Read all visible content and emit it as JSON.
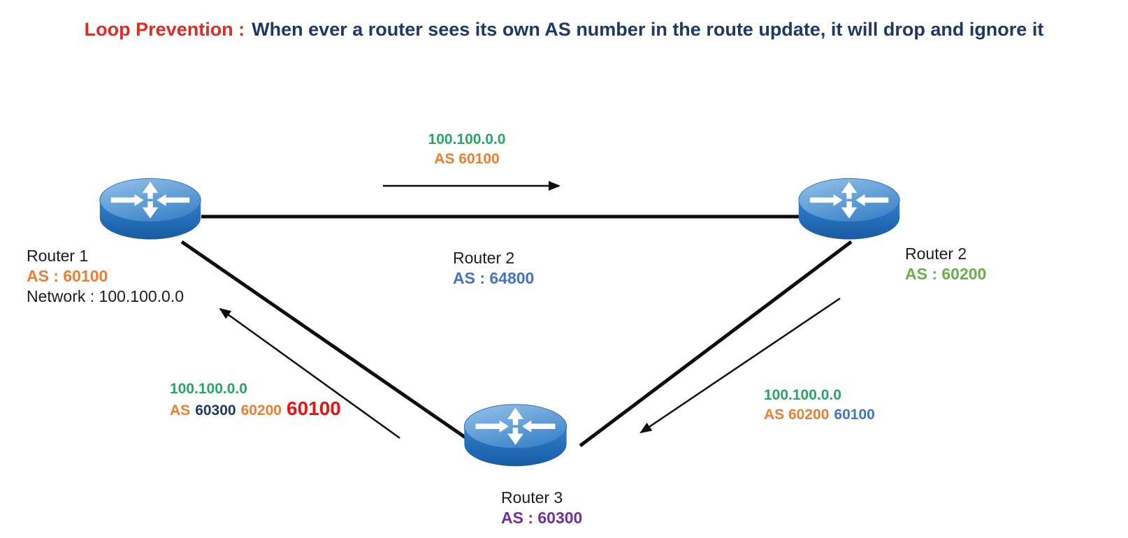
{
  "title": {
    "highlight": "Loop Prevention :",
    "rest": "When ever a router sees its own AS number in the route update, it will drop and ignore it"
  },
  "palette": {
    "title_red": "#e02a24",
    "title_navy": "#1f3864",
    "green": "#28a564",
    "orange": "#ed7d31",
    "blue": "#4472c4",
    "yellow_green": "#6bad47",
    "navy": "#1f3864",
    "bright_red": "#ee1111",
    "purple": "#7030a0",
    "black": "#1c1c1c",
    "wire": "#0d0d0d",
    "router_top": "#7db2e0",
    "router_body": "#2373c4"
  },
  "routers": {
    "router1": {
      "name": "Router 1",
      "as": "AS : 60100",
      "network": "Network : 100.100.0.0"
    },
    "router2_core": {
      "name": "Router 2",
      "as": "AS : 64800"
    },
    "router2_right": {
      "name": "Router 2",
      "as": "AS : 60200"
    },
    "router3": {
      "name": "Router 3",
      "as": "AS : 60300"
    }
  },
  "updates": {
    "r1_to_r2": {
      "prefix": "100.100.0.0",
      "path": [
        {
          "text": "AS 60100",
          "color": "#ed7d31"
        }
      ]
    },
    "r2_to_r3": {
      "prefix": "100.100.0.0",
      "path": [
        {
          "text": "AS 60200",
          "color": "#ed7d31"
        },
        {
          "text": "60100",
          "color": "#4472c4"
        }
      ]
    },
    "r3_to_r1": {
      "prefix": "100.100.0.0",
      "path": [
        {
          "text": "AS",
          "color": "#ed7d31"
        },
        {
          "text": "60300",
          "color": "#1f3864"
        },
        {
          "text": "60200",
          "color": "#ed7d31"
        },
        {
          "text": "60100",
          "color": "#ee1111",
          "emphasis": true
        }
      ]
    }
  }
}
